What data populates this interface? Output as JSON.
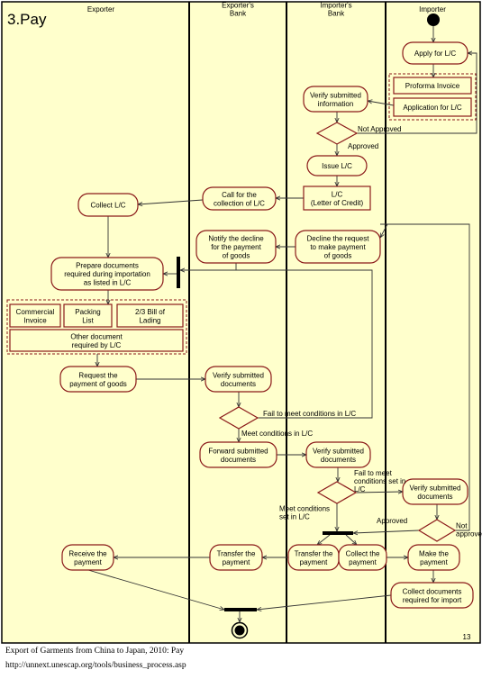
{
  "title": "3.Pay",
  "page_number": "13",
  "lanes": [
    {
      "id": "exporter",
      "label": "Exporter"
    },
    {
      "id": "exporters_bank",
      "label": "Exporter's\nBank"
    },
    {
      "id": "importers_bank",
      "label": "Importer's\nBank"
    },
    {
      "id": "importer",
      "label": "Importer"
    }
  ],
  "activities": {
    "apply_lc": "Apply for L/C",
    "verify_info": "Verify submitted\ninformation",
    "issue_lc": "Issue L/C",
    "call_collection": "Call for the\ncollection  of L/C",
    "collect_lc": "Collect L/C",
    "notify_decline": "Notify the  decline\nfor the payment\nof goods",
    "decline_request": "Decline the request\nto make payment\nof goods",
    "prepare_docs": "Prepare documents\nrequired during importation\nas listed in L/C",
    "request_payment": "Request the\npayment of goods",
    "verify_docs_eb": "Verify submitted\ndocuments",
    "forward_docs": "Forward submitted\ndocuments",
    "verify_docs_ib": "Verify submitted\ndocuments",
    "verify_docs_imp": "Verify submitted\ndocuments",
    "receive_payment": "Receive the\npayment",
    "transfer_eb": "Transfer the\npayment",
    "transfer_ib": "Transfer the\npayment",
    "collect_payment": "Collect the\npayment",
    "make_payment": "Make the\npayment",
    "collect_import_docs": "Collect documents\nrequired for import"
  },
  "objects": {
    "proforma": "Proforma Invoice",
    "application": "Application for L/C",
    "lc": "L/C\n(Letter of Credit)",
    "commercial_invoice": "Commercial\nInvoice",
    "packing_list": "Packing\nList",
    "bill_of_lading": "2/3 Bill of\nLading",
    "other_doc": "Other document\nrequired by L/C"
  },
  "edge_labels": {
    "not_approved_1": "Not Approved",
    "approved_1": "Approved",
    "fail_conditions_1": "Fail to meet conditions in L/C",
    "meet_conditions_1": "Meet conditions in L/C",
    "fail_conditions_2": "Fail to meet\nconditions set in\nL/C",
    "meet_conditions_2": "Meet conditions\nset in L/C",
    "approved_2": "Approved",
    "not_approved_2": "Not\napproved"
  },
  "caption": {
    "line1": "Export of Garments from China to Japan, 2010: Pay",
    "line2": "http://unnext.unescap.org/tools/business_process.asp"
  }
}
